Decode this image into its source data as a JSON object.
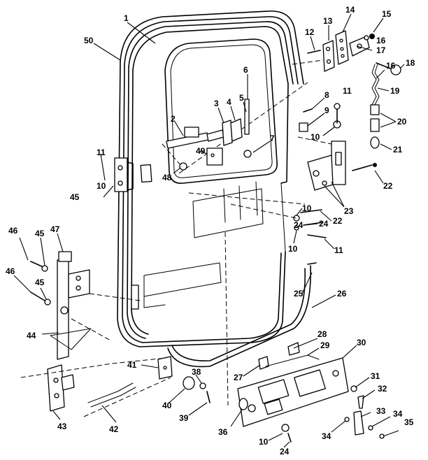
{
  "callouts": [
    "1",
    "2",
    "3",
    "4",
    "5",
    "6",
    "7",
    "8",
    "9",
    "10",
    "10",
    "10",
    "10",
    "10",
    "11",
    "11",
    "11",
    "12",
    "13",
    "14",
    "15",
    "16",
    "16",
    "17",
    "18",
    "19",
    "20",
    "21",
    "22",
    "22",
    "23",
    "24",
    "24",
    "24",
    "25",
    "26",
    "27",
    "28",
    "29",
    "30",
    "31",
    "32",
    "33",
    "34",
    "34",
    "35",
    "36",
    "38",
    "39",
    "40",
    "41",
    "42",
    "43",
    "44",
    "45",
    "45",
    "45",
    "46",
    "46",
    "47",
    "48",
    "49",
    "50"
  ]
}
